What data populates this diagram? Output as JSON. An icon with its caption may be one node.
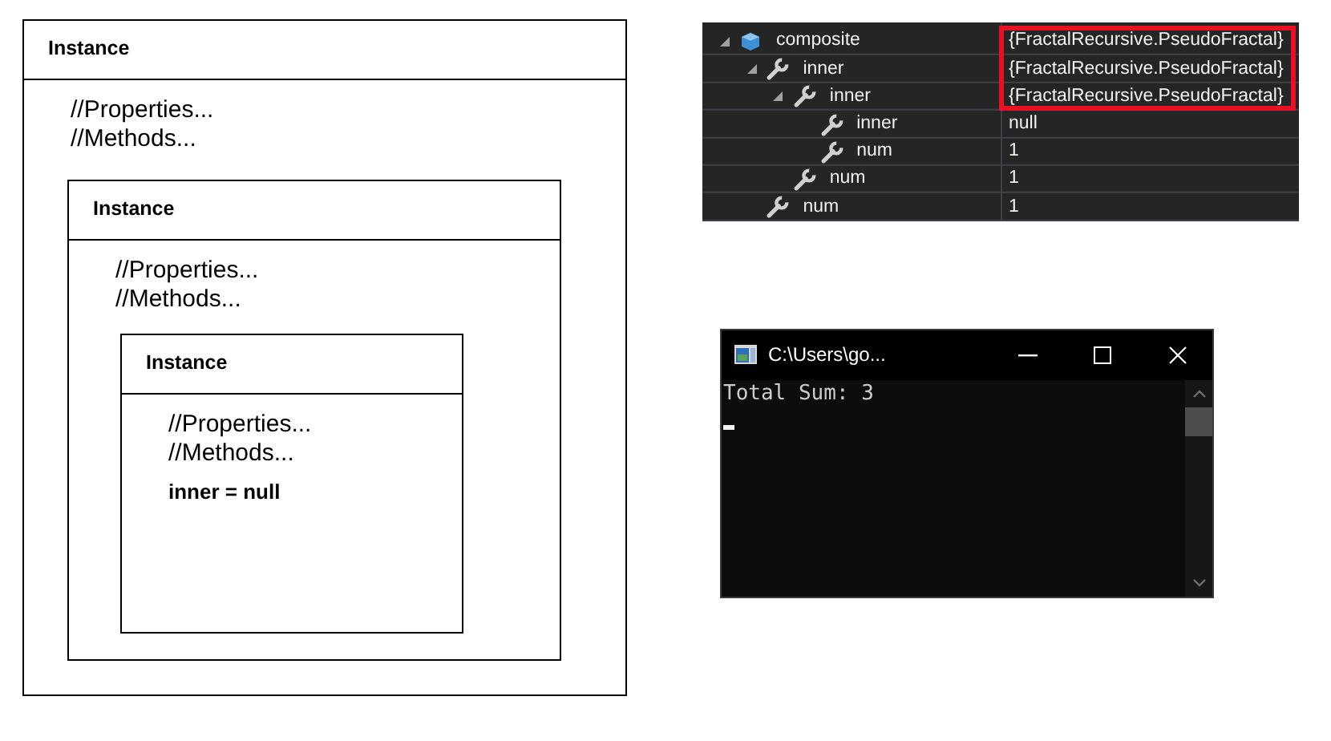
{
  "diagram": {
    "nodes": [
      {
        "text": [
          "Instance",
          "//Properties...",
          "//Methods..."
        ]
      },
      {
        "text": [
          "Instance",
          "//Properties...",
          "//Methods..."
        ],
        "in": 0
      },
      {
        "text": [
          "Instance",
          "//Properties...",
          "//Methods...",
          "inner = null"
        ],
        "in": 1
      },
      {
        "text": [
          "C:\\Users\\go...",
          "Total Sum: 3"
        ]
      }
    ],
    "edges": [],
    "labels": [
      "composite",
      "{FractalRecursive.PseudoFractal}",
      "inner",
      "{FractalRecursive.PseudoFractal}",
      "inner",
      "{FractalRecursive.PseudoFractal}",
      "inner",
      "null",
      "num",
      "1",
      "num",
      "1",
      "num",
      "1"
    ]
  }
}
